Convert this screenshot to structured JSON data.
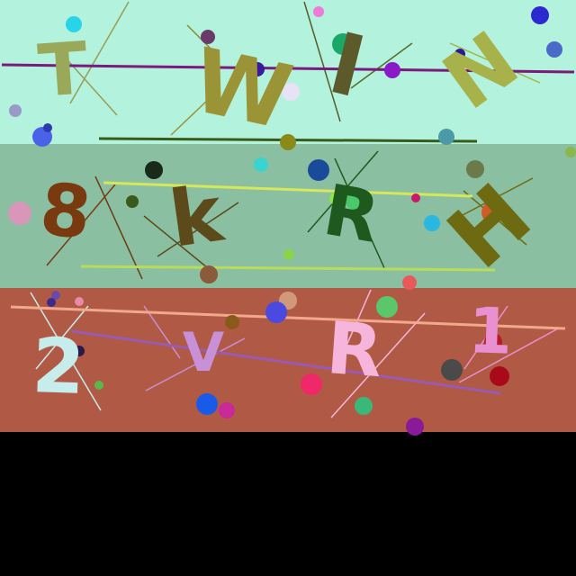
{
  "captcha": {
    "bands": [
      {
        "background": "#b3f2dc",
        "characters": [
          {
            "char": "T",
            "color": "#9aa85a"
          },
          {
            "char": "W",
            "color": "#9a9436"
          },
          {
            "char": "I",
            "color": "#5c5a2a"
          },
          {
            "char": "N",
            "color": "#a8b24a"
          }
        ]
      },
      {
        "background": "#8abfa2",
        "characters": [
          {
            "char": "8",
            "color": "#7a3a10"
          },
          {
            "char": "k",
            "color": "#5c4a1a"
          },
          {
            "char": "R",
            "color": "#1e5a1e"
          },
          {
            "char": "H",
            "color": "#6e6a12"
          }
        ]
      },
      {
        "background": "#b05a46",
        "characters": [
          {
            "char": "2",
            "color": "#c6ecec"
          },
          {
            "char": "V",
            "color": "#c890d6"
          },
          {
            "char": "R",
            "color": "#f6b6dc"
          },
          {
            "char": "1",
            "color": "#e890d0"
          }
        ]
      }
    ],
    "bottom_background": "#000000"
  }
}
